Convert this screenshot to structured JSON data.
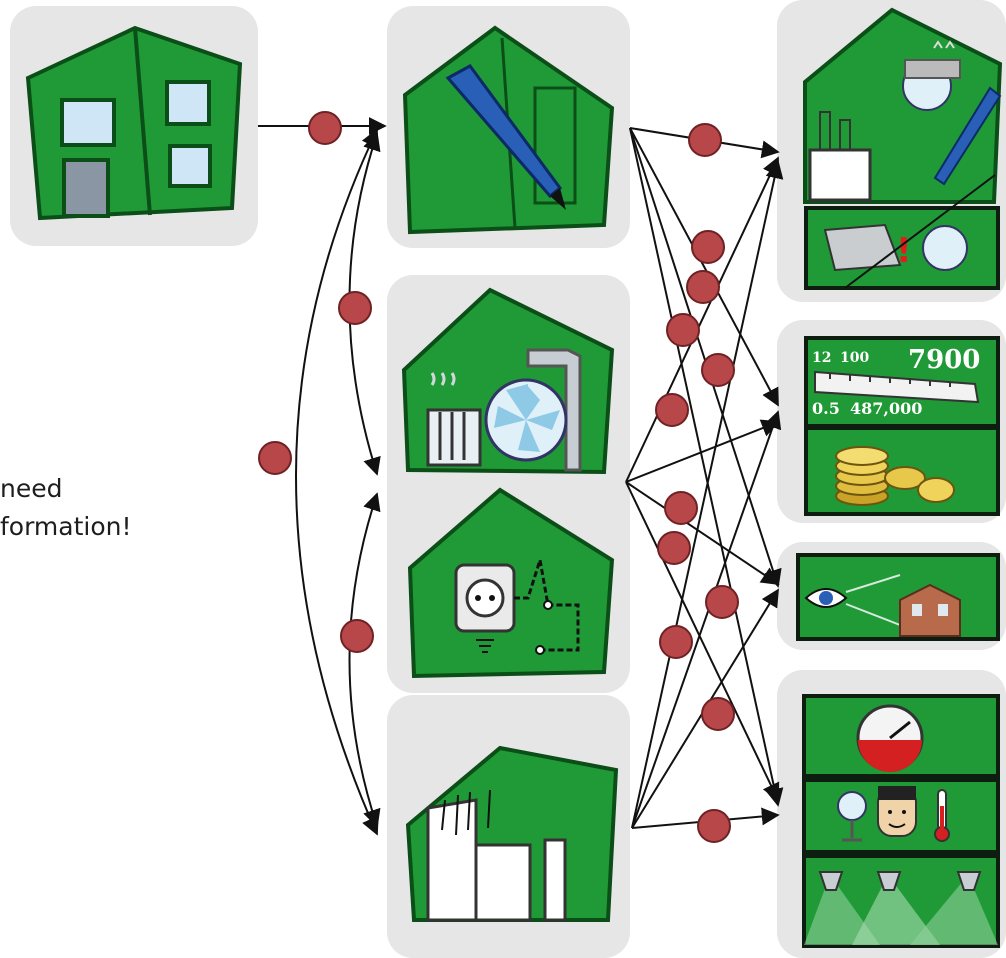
{
  "note": {
    "line1": "need",
    "line2": "formation!"
  },
  "colors": {
    "panel": "#e6e6e6",
    "green": "#1f9a36",
    "green_dark": "#0d5e1d",
    "dot": "#b8474a",
    "dot_stroke": "#6e2224",
    "arrow": "#111111",
    "panel_dark": "#1b1b1b"
  },
  "icons": {
    "building": "building-icon",
    "design": "house-design-pen-icon",
    "heating_ventilation": "house-heating-ventilation-icon",
    "electrical": "house-electrical-socket-icon",
    "construction": "house-construction-icon",
    "installation_design": "installation-design-icon",
    "installation_warning": "ventilation-warning-icon",
    "quantities": "quantity-ruler-icon",
    "costs": "coins-icon",
    "visualization": "eye-building-icon",
    "energy": "gauge-icon",
    "comfort": "thermal-comfort-icon",
    "lighting": "lighting-spots-icon"
  },
  "figures": {
    "ruler_numbers": [
      "12",
      "100",
      "7900",
      "0.5",
      "487,000"
    ]
  }
}
